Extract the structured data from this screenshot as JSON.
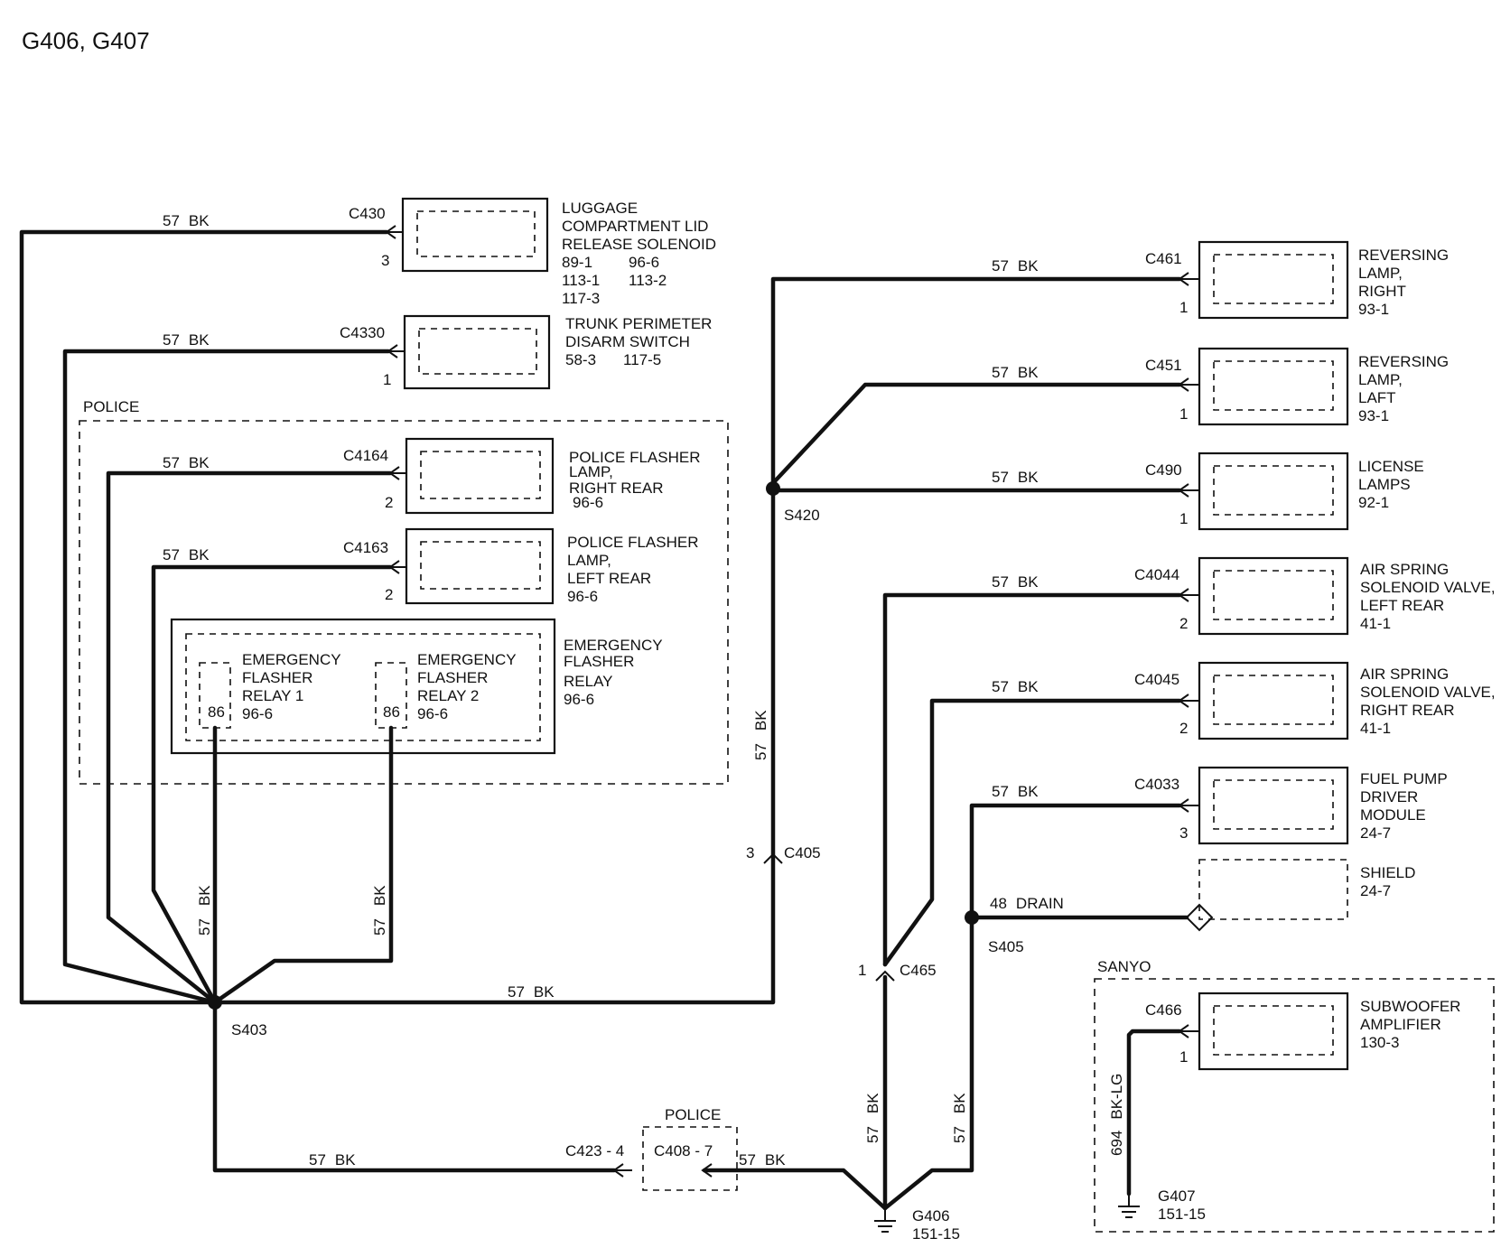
{
  "title": "G406, G407",
  "groups": {
    "police_top": "POLICE",
    "police_bottom": "POLICE",
    "sanyo": "SANYO"
  },
  "wire": {
    "circuit": "57",
    "color": "BK",
    "drain_circuit": "48",
    "drain_label": "DRAIN",
    "sub_circuit": "694",
    "sub_color": "BK-LG"
  },
  "components": {
    "luggage": {
      "connector": "C430",
      "pin": "3",
      "lines": [
        "LUGGAGE",
        "COMPARTMENT LID",
        "RELEASE SOLENOID"
      ],
      "refs": [
        "89-1",
        "96-6",
        "113-1",
        "113-2",
        "117-3"
      ]
    },
    "trunk": {
      "connector": "C4330",
      "pin": "1",
      "lines": [
        "TRUNK PERIMETER",
        "DISARM  SWITCH"
      ],
      "refs": [
        "58-3",
        "117-5"
      ]
    },
    "flasher_rr": {
      "connector": "C4164",
      "pin": "2",
      "lines": [
        "POLICE FLASHER",
        "LAMP,",
        "RIGHT REAR",
        "96-6"
      ]
    },
    "flasher_lr": {
      "connector": "C4163",
      "pin": "2",
      "lines": [
        "POLICE FLASHER",
        "LAMP,",
        "LEFT REAR",
        "96-6"
      ]
    },
    "relay": {
      "lines": [
        "EMERGENCY",
        "FLASHER",
        "RELAY",
        "96-6"
      ]
    },
    "relay1": {
      "pin": "86",
      "lines": [
        "EMERGENCY",
        "FLASHER",
        "RELAY 1",
        "96-6"
      ]
    },
    "relay2": {
      "pin": "86",
      "lines": [
        "EMERGENCY",
        "FLASHER",
        "RELAY 2",
        "96-6"
      ]
    },
    "rev_right": {
      "connector": "C461",
      "pin": "1",
      "lines": [
        "REVERSING",
        "LAMP,",
        "RIGHT",
        "93-1"
      ]
    },
    "rev_left": {
      "connector": "C451",
      "pin": "1",
      "lines": [
        "REVERSING",
        "LAMP,",
        "LAFT",
        "93-1"
      ]
    },
    "license": {
      "connector": "C490",
      "pin": "1",
      "lines": [
        "LICENSE",
        "LAMPS",
        "92-1"
      ]
    },
    "air_left": {
      "connector": "C4044",
      "pin": "2",
      "lines": [
        "AIR SPRING",
        "SOLENOID VALVE,",
        "LEFT REAR",
        "41-1"
      ]
    },
    "air_right": {
      "connector": "C4045",
      "pin": "2",
      "lines": [
        "AIR SPRING",
        "SOLENOID VALVE,",
        "RIGHT REAR",
        "41-1"
      ]
    },
    "fuel": {
      "connector": "C4033",
      "pin": "3",
      "lines": [
        "FUEL PUMP",
        "DRIVER",
        "MODULE",
        "24-7"
      ]
    },
    "shield": {
      "lines": [
        "SHIELD",
        "24-7"
      ]
    },
    "subwoofer": {
      "connector": "C466",
      "pin": "1",
      "lines": [
        "SUBWOOFER",
        "AMPLIFIER",
        "130-3"
      ]
    }
  },
  "splices": {
    "s403": "S403",
    "s420": "S420",
    "s405": "S405"
  },
  "inline": {
    "c405": {
      "name": "C405",
      "pin": "3"
    },
    "c465": {
      "name": "C465",
      "pin": "1"
    },
    "c423": "C423 - 4",
    "c408": "C408 - 7"
  },
  "grounds": {
    "g406": {
      "name": "G406",
      "ref": "151-15"
    },
    "g407": {
      "name": "G407",
      "ref": "151-15"
    }
  }
}
